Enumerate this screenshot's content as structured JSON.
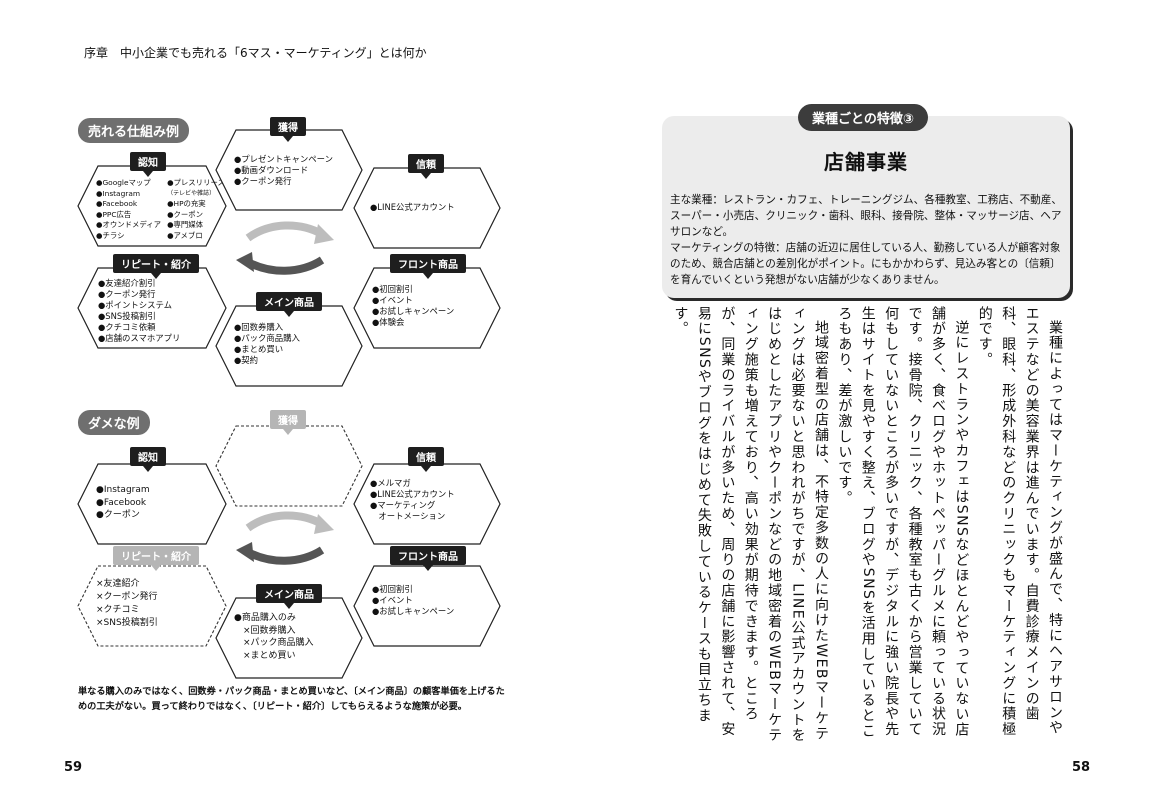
{
  "running_head": "序章　中小企業でも売れる「6マス・マーケティング」とは何か",
  "page_left": "59",
  "page_right": "58",
  "good": {
    "title": "売れる仕組み例",
    "awareness": {
      "label": "認知",
      "col1": [
        "●Googleマップ",
        "●Instagram",
        "●Facebook",
        "●PPC広告",
        "●オウンドメディア",
        "●チラシ"
      ],
      "col2": [
        "●プレスリリース",
        "（テレビや雑誌）",
        "●HPの充実",
        "●クーポン",
        "●専門媒体",
        "●アメブロ"
      ]
    },
    "acquisition": {
      "label": "獲得",
      "items": [
        "●プレゼントキャンペーン",
        "●動画ダウンロード",
        "●クーポン発行"
      ]
    },
    "trust": {
      "label": "信頼",
      "items": [
        "●LINE公式アカウント"
      ]
    },
    "repeat": {
      "label": "リピート・紹介",
      "items": [
        "●友達紹介割引",
        "●クーポン発行",
        "●ポイントシステム",
        "●SNS投稿割引",
        "●クチコミ依頼",
        "●店舗のスマホアプリ"
      ]
    },
    "main": {
      "label": "メイン商品",
      "items": [
        "●回数券購入",
        "●パック商品購入",
        "●まとめ買い",
        "●契約"
      ]
    },
    "front": {
      "label": "フロント商品",
      "items": [
        "●初回割引",
        "●イベント",
        "●お試しキャンペーン",
        "●体験会"
      ]
    }
  },
  "bad": {
    "title": "ダメな例",
    "awareness": {
      "label": "認知",
      "items": [
        "●Instagram",
        "●Facebook",
        "●クーポン"
      ]
    },
    "acquisition": {
      "label": "獲得"
    },
    "trust": {
      "label": "信頼",
      "items": [
        "●メルマガ",
        "●LINE公式アカウント",
        "●マーケティング",
        "　オートメーション"
      ]
    },
    "repeat": {
      "label": "リピート・紹介",
      "items": [
        "×友達紹介",
        "×クーポン発行",
        "×クチコミ",
        "×SNS投稿割引"
      ]
    },
    "main": {
      "label": "メイン商品",
      "items": [
        "●商品購入のみ",
        "　×回数券購入",
        "　×パック商品購入",
        "　×まとめ買い"
      ]
    },
    "front": {
      "label": "フロント商品",
      "items": [
        "●初回割引",
        "●イベント",
        "●お試しキャンペーン"
      ]
    }
  },
  "caption": "単なる購入のみではなく、回数券・パック商品・まとめ買いなど、〔メイン商品〕の顧客単価を上げるための工夫がない。買って終わりではなく、〔リピート・紹介〕してもらえるような施策が必要。",
  "industry_box": {
    "pill": "業種ごとの特徴③",
    "title": "店舗事業",
    "main_industries": "主な業種：レストラン・カフェ、トレーニングジム、各種教室、工務店、不動産、スーパー・小売店、クリニック・歯科、眼科、接骨院、整体・マッサージ店、ヘアサロンなど。",
    "marketing_features": "マーケティングの特徴：店舗の近辺に居住している人、勤務している人が顧客対象のため、競合店舗との差別化がポイント。にもかかわらず、見込み客との〔信頼〕を育んでいくという発想がない店舗が少なくありません。"
  },
  "body_paragraphs": [
    "業種によってはマーケティングが盛んで、特にヘアサロンやエステなどの美容業界は進んでいます。自費診療メインの歯科、眼科、形成外科などのクリニックもマーケティングに積極的です。",
    "逆にレストランやカフェはSNSなどほとんどやっていない店舗が多く、食べログやホットペッパーグルメに頼っている状況です。接骨院、クリニック、各種教室も古くから営業していて何もしていないところが多いですが、デジタルに強い院長や先生はサイトを見やすく整え、ブログやSNSを活用しているところもあり、差が激しいです。",
    "地域密着型の店舗は、不特定多数の人に向けたWEBマーケティングは必要ないと思われがちですが、LINE公式アカウントをはじめとしたアプリやクーポンなどの地域密着のWEBマーケティング施策も増えており、高い効果が期待できます。ところが、同業のライバルが多いため、周りの店舗に影響されて、安易にSNSやブログをはじめて失敗しているケースも目立ちます。"
  ]
}
